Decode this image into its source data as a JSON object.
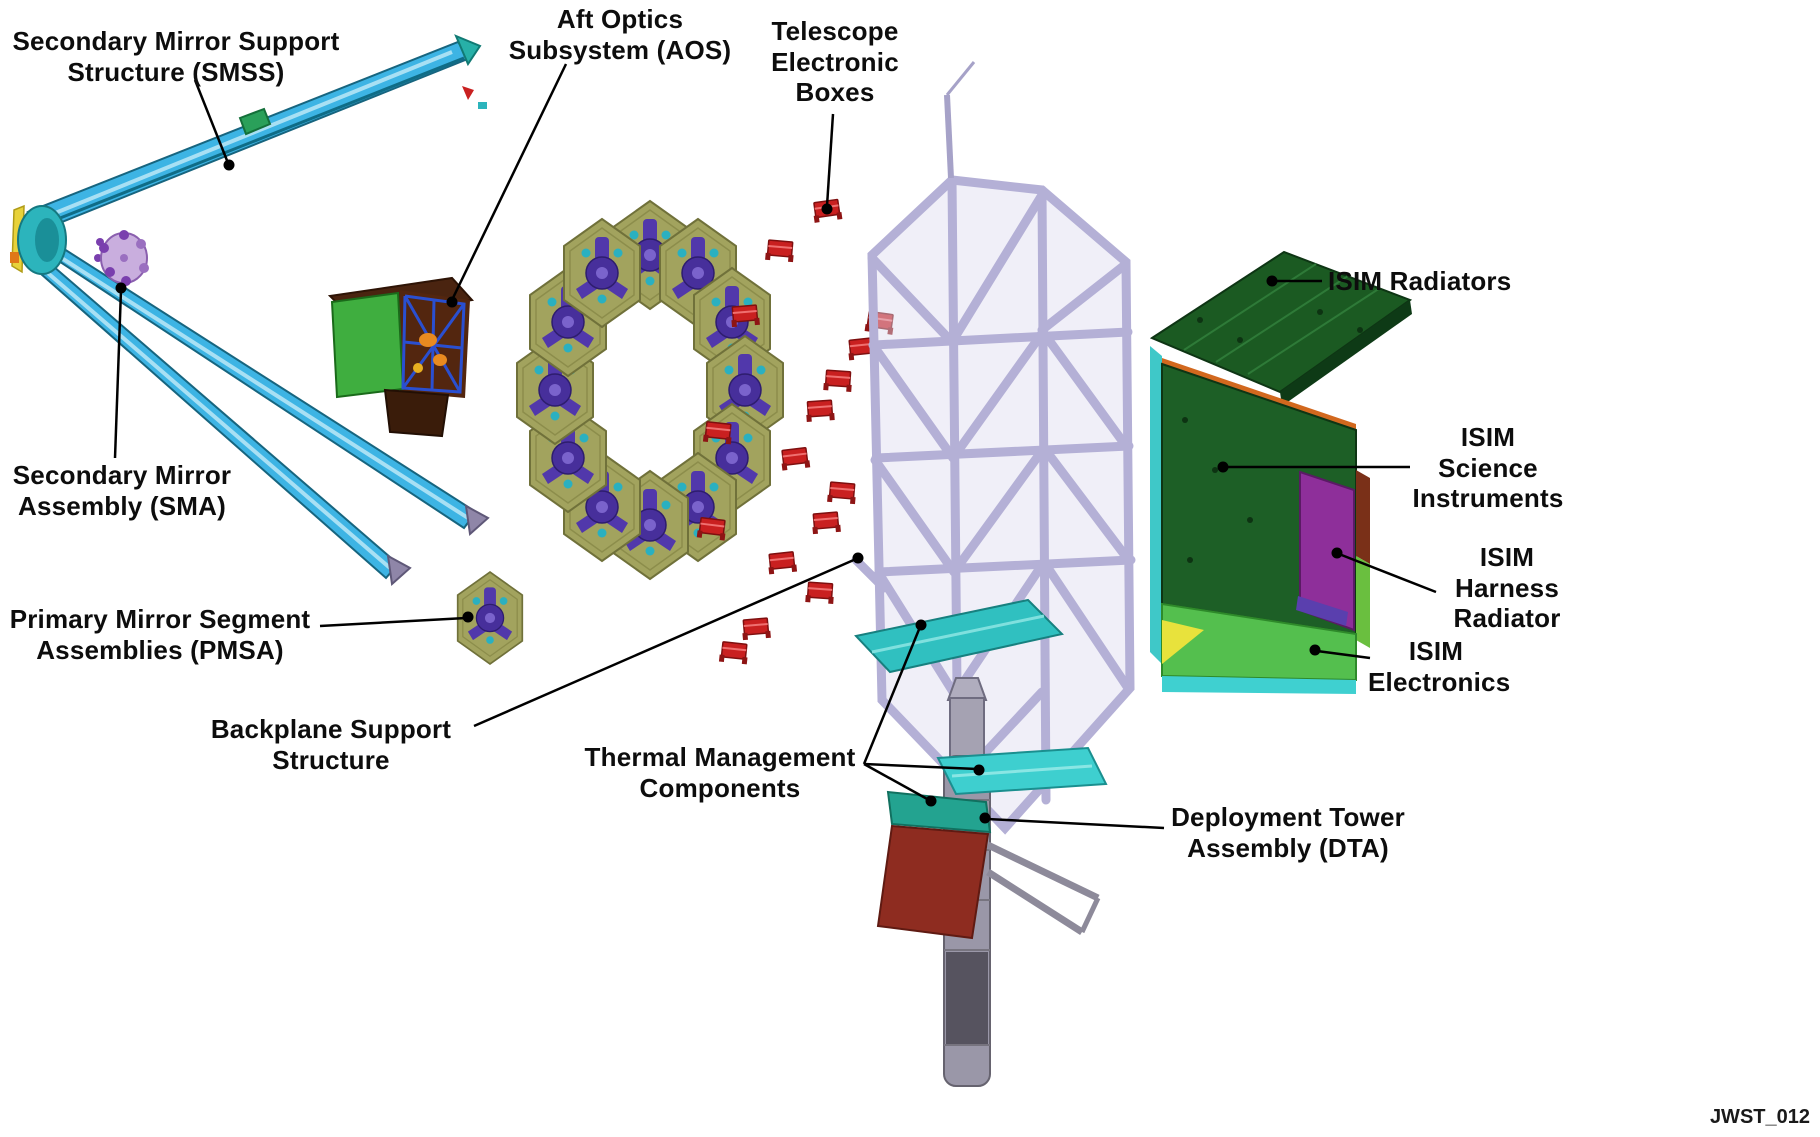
{
  "figure": {
    "id_text": "JWST_012"
  },
  "labels": {
    "smss": "Secondary Mirror Support\nStructure (SMSS)",
    "aos": "Aft Optics\nSubsystem (AOS)",
    "teb": "Telescope\nElectronic\nBoxes",
    "isim_radiators": "ISIM Radiators",
    "sma": "Secondary Mirror\nAssembly (SMA)",
    "isim_science": "ISIM\nScience\nInstruments",
    "isim_harness": "ISIM\nHarness\nRadiator",
    "pmsa": "Primary Mirror Segment\nAssemblies (PMSA)",
    "isim_electronics": "ISIM\nElectronics",
    "backplane": "Backplane Support\nStructure",
    "thermal": "Thermal Management\nComponents",
    "dta": "Deployment Tower\nAssembly (DTA)"
  },
  "colors": {
    "strut_blue": "#3db4e4",
    "hub_teal": "#2cb4bc",
    "mirror_olive": "#a2a35e",
    "actuator_purple": "#472f9b",
    "electronics_red": "#c92020",
    "backplane_lavender": "#b4b0d6",
    "thermal_teal": "#35c4c4",
    "isim_dark_green": "#1d5f26",
    "isim_bright_green": "#54bf4e",
    "isim_magenta": "#8e2f9a",
    "dta_gray": "#9a97a8",
    "aos_green": "#3fae3f",
    "aos_brown": "#4a2410",
    "maroon_panel": "#8e2c20",
    "label_text": "#0d0d0d"
  }
}
